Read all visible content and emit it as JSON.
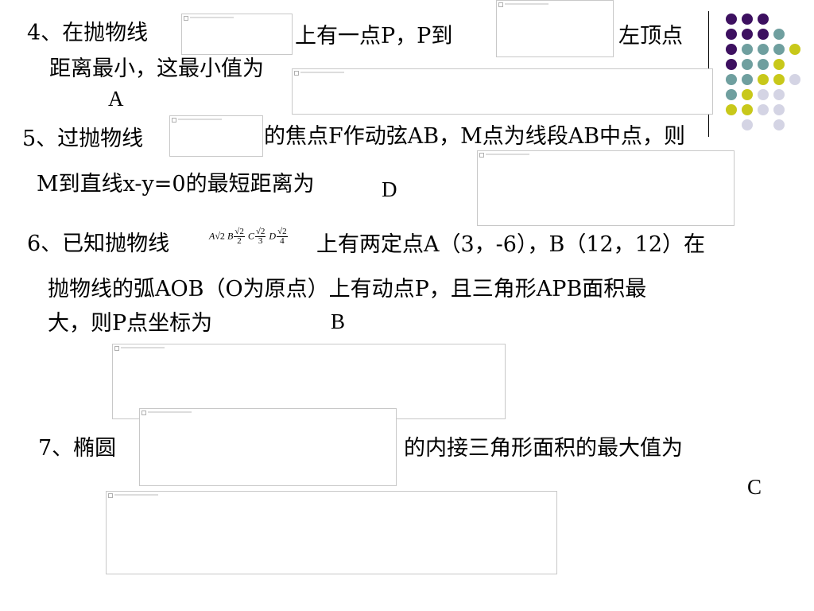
{
  "q4": {
    "line1_prefix": "4、在抛物线",
    "line1_mid": "上有一点P，P到",
    "line1_suffix": "左顶点",
    "line2": "距离最小，这最小值为",
    "answer": "A"
  },
  "q5": {
    "line1_prefix": "5、过抛物线",
    "line1_suffix": "的焦点F作动弦AB，M点为线段AB中点，则",
    "line2": "M到直线x-y=0的最短距离为",
    "answer": "D"
  },
  "q6": {
    "line1_prefix": "6、已知抛物线",
    "line1_suffix": "上有两定点A（3，-6），B（12，12）在",
    "line2": "抛物线的弧AOB（O为原点）上有动点P，且三角形APB面积最",
    "line3": "大，则P点坐标为",
    "answer": "B",
    "choices": {
      "a_label": "A",
      "a_val": "√2",
      "b_label": "B",
      "b_num": "√2",
      "b_den": "2",
      "c_label": "C",
      "c_num": "√2",
      "c_den": "3",
      "d_label": "D",
      "d_num": "√2",
      "d_den": "4"
    }
  },
  "q7": {
    "prefix": "7、椭圆",
    "suffix": "的内接三角形面积的最大值为",
    "answer": "C"
  },
  "decor": {
    "colors": {
      "purple": "#3d1060",
      "teal": "#6f9f9f",
      "yellow": "#c8c81a",
      "lavender": "#d4d4e4"
    }
  }
}
